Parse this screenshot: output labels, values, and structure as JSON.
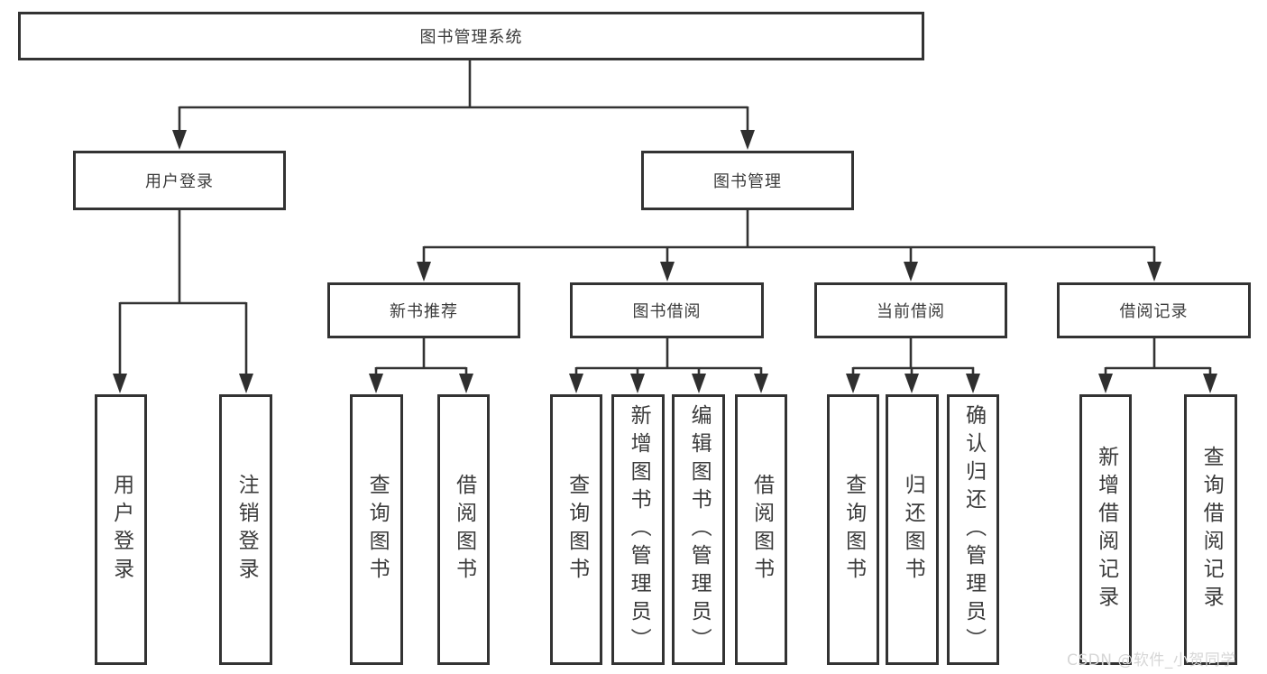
{
  "diagram": {
    "title": "图书管理系统",
    "root": {
      "label": "图书管理系统"
    },
    "level2": [
      {
        "label": "用户登录"
      },
      {
        "label": "图书管理"
      }
    ],
    "level3": [
      {
        "label": "新书推荐"
      },
      {
        "label": "图书借阅"
      },
      {
        "label": "当前借阅"
      },
      {
        "label": "借阅记录"
      }
    ],
    "leaves": [
      {
        "label": "用户登录"
      },
      {
        "label": "注销登录"
      },
      {
        "label": "查询图书"
      },
      {
        "label": "借阅图书"
      },
      {
        "label": "查询图书"
      },
      {
        "label": "新增图书（管理员）"
      },
      {
        "label": "编辑图书（管理员）"
      },
      {
        "label": "借阅图书"
      },
      {
        "label": "查询图书"
      },
      {
        "label": "归还图书"
      },
      {
        "label": "确认归还（管理员）"
      },
      {
        "label": "新增借阅记录"
      },
      {
        "label": "查询借阅记录"
      }
    ],
    "edges": [
      "图书管理系统 → 用户登录",
      "图书管理系统 → 图书管理",
      "用户登录 → 用户登录",
      "用户登录 → 注销登录",
      "图书管理 → 新书推荐",
      "图书管理 → 图书借阅",
      "图书管理 → 当前借阅",
      "图书管理 → 借阅记录",
      "新书推荐 → 查询图书",
      "新书推荐 → 借阅图书",
      "图书借阅 → 查询图书",
      "图书借阅 → 新增图书（管理员）",
      "图书借阅 → 编辑图书（管理员）",
      "图书借阅 → 借阅图书",
      "当前借阅 → 查询图书",
      "当前借阅 → 归还图书",
      "当前借阅 → 确认归还（管理员）",
      "借阅记录 → 新增借阅记录",
      "借阅记录 → 查询借阅记录"
    ],
    "colors": {
      "line": "#333333",
      "border": "#333333",
      "text": "#3b3b3b",
      "background": "#ffffff"
    }
  },
  "watermark": {
    "text": "CSDN @软件_小贺同学",
    "color": "#d6d6d6"
  }
}
